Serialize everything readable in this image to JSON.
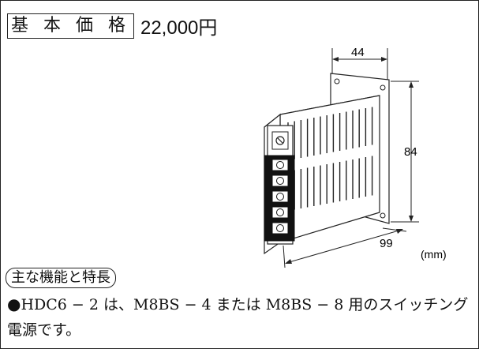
{
  "price": {
    "label": "基 本 価 格",
    "value": "22,000円"
  },
  "drawing": {
    "dim_width": "44",
    "dim_height": "84",
    "dim_depth": "99",
    "unit": "(mm)"
  },
  "features": {
    "title": "主な機能と特長",
    "bullet": "●",
    "text": "HDC6 − 2 は、M8BS − 4 または M8BS − 8 用のスイッチング電源です。"
  }
}
